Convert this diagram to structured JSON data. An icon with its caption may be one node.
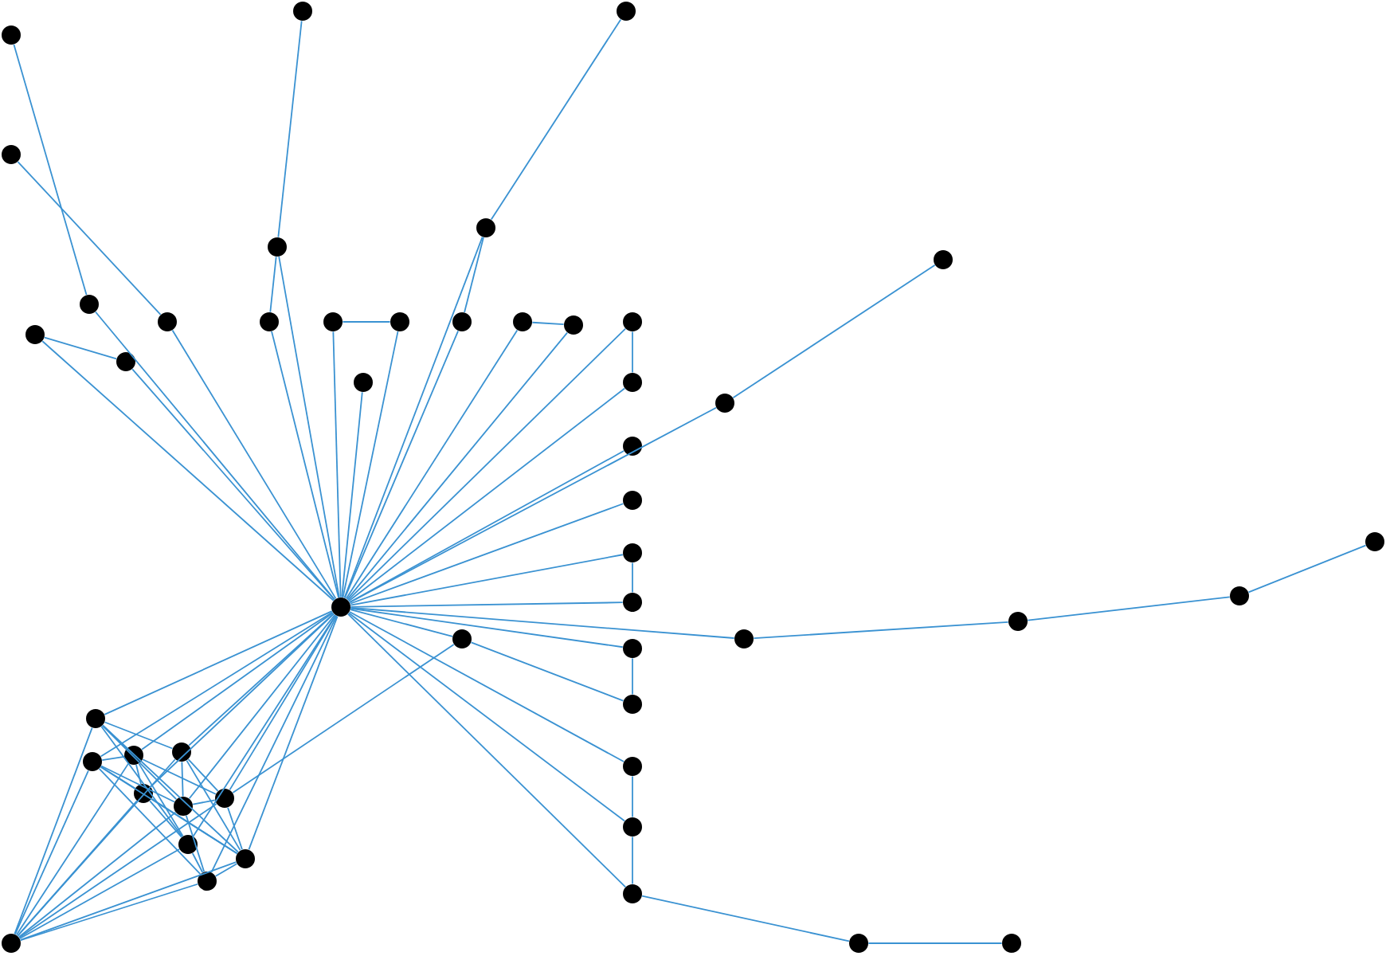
{
  "diagram": {
    "nodes": [
      {
        "text": [],
        "shape": "circle"
      },
      {
        "text": [],
        "shape": "circle"
      },
      {
        "text": [],
        "shape": "circle"
      },
      {
        "text": [],
        "shape": "circle"
      },
      {
        "text": [],
        "shape": "circle"
      },
      {
        "text": [],
        "shape": "circle"
      },
      {
        "text": [],
        "shape": "circle"
      },
      {
        "text": [],
        "shape": "circle"
      },
      {
        "text": [],
        "shape": "circle"
      },
      {
        "text": [],
        "shape": "circle"
      },
      {
        "text": [],
        "shape": "circle"
      },
      {
        "text": [],
        "shape": "circle"
      },
      {
        "text": [],
        "shape": "circle"
      },
      {
        "text": [],
        "shape": "circle"
      },
      {
        "text": [],
        "shape": "circle"
      },
      {
        "text": [],
        "shape": "circle"
      },
      {
        "text": [],
        "shape": "circle"
      },
      {
        "text": [],
        "shape": "circle"
      },
      {
        "text": [],
        "shape": "circle"
      },
      {
        "text": [],
        "shape": "circle"
      },
      {
        "text": [],
        "shape": "circle"
      },
      {
        "text": [],
        "shape": "circle"
      },
      {
        "text": [],
        "shape": "circle"
      },
      {
        "text": [],
        "shape": "circle"
      },
      {
        "text": [],
        "shape": "circle"
      },
      {
        "text": [],
        "shape": "circle"
      },
      {
        "text": [],
        "shape": "circle"
      },
      {
        "text": [],
        "shape": "circle"
      },
      {
        "text": [],
        "shape": "circle"
      },
      {
        "text": [],
        "shape": "circle"
      },
      {
        "text": [],
        "shape": "circle"
      },
      {
        "text": [],
        "shape": "circle"
      },
      {
        "text": [],
        "shape": "circle"
      },
      {
        "text": [],
        "shape": "circle"
      },
      {
        "text": [],
        "shape": "circle"
      },
      {
        "text": [],
        "shape": "circle"
      },
      {
        "text": [],
        "shape": "circle"
      },
      {
        "text": [],
        "shape": "circle"
      },
      {
        "text": [],
        "shape": "circle"
      },
      {
        "text": [],
        "shape": "circle"
      },
      {
        "text": [],
        "shape": "circle"
      },
      {
        "text": [],
        "shape": "circle"
      },
      {
        "text": [],
        "shape": "circle"
      },
      {
        "text": [],
        "shape": "circle"
      },
      {
        "text": [],
        "shape": "circle"
      },
      {
        "text": [],
        "shape": "circle"
      },
      {
        "text": [],
        "shape": "circle"
      },
      {
        "text": [],
        "shape": "circle"
      },
      {
        "text": [],
        "shape": "circle"
      }
    ],
    "edges": [
      {
        "from": 1,
        "to": 8,
        "arrow": "none"
      },
      {
        "from": 2,
        "to": 11,
        "arrow": "none"
      },
      {
        "from": 3,
        "to": 5,
        "arrow": "none"
      },
      {
        "from": 4,
        "to": 6,
        "arrow": "none"
      },
      {
        "from": 5,
        "to": 12,
        "arrow": "none"
      },
      {
        "from": 5,
        "to": 0,
        "arrow": "none"
      },
      {
        "from": 6,
        "to": 15,
        "arrow": "none"
      },
      {
        "from": 6,
        "to": 0,
        "arrow": "none"
      },
      {
        "from": 7,
        "to": 21,
        "arrow": "none"
      },
      {
        "from": 8,
        "to": 0,
        "arrow": "none"
      },
      {
        "from": 9,
        "to": 10,
        "arrow": "none"
      },
      {
        "from": 9,
        "to": 0,
        "arrow": "none"
      },
      {
        "from": 10,
        "to": 0,
        "arrow": "none"
      },
      {
        "from": 11,
        "to": 0,
        "arrow": "none"
      },
      {
        "from": 12,
        "to": 0,
        "arrow": "none"
      },
      {
        "from": 13,
        "to": 14,
        "arrow": "none"
      },
      {
        "from": 13,
        "to": 0,
        "arrow": "none"
      },
      {
        "from": 14,
        "to": 0,
        "arrow": "none"
      },
      {
        "from": 15,
        "to": 0,
        "arrow": "none"
      },
      {
        "from": 16,
        "to": 17,
        "arrow": "none"
      },
      {
        "from": 16,
        "to": 0,
        "arrow": "none"
      },
      {
        "from": 17,
        "to": 0,
        "arrow": "none"
      },
      {
        "from": 18,
        "to": 20,
        "arrow": "none"
      },
      {
        "from": 18,
        "to": 0,
        "arrow": "none"
      },
      {
        "from": 19,
        "to": 0,
        "arrow": "none"
      },
      {
        "from": 20,
        "to": 0,
        "arrow": "none"
      },
      {
        "from": 21,
        "to": 0,
        "arrow": "none"
      },
      {
        "from": 22,
        "to": 0,
        "arrow": "none"
      },
      {
        "from": 23,
        "to": 0,
        "arrow": "none"
      },
      {
        "from": 24,
        "to": 26,
        "arrow": "none"
      },
      {
        "from": 25,
        "to": 27,
        "arrow": "none"
      },
      {
        "from": 25,
        "to": 0,
        "arrow": "none"
      },
      {
        "from": 26,
        "to": 28,
        "arrow": "none"
      },
      {
        "from": 27,
        "to": 0,
        "arrow": "none"
      },
      {
        "from": 28,
        "to": 29,
        "arrow": "none"
      },
      {
        "from": 29,
        "to": 0,
        "arrow": "none"
      },
      {
        "from": 30,
        "to": 0,
        "arrow": "none"
      },
      {
        "from": 30,
        "to": 32,
        "arrow": "none"
      },
      {
        "from": 30,
        "to": 44,
        "arrow": "none"
      },
      {
        "from": 31,
        "to": 32,
        "arrow": "none"
      },
      {
        "from": 31,
        "to": 0,
        "arrow": "none"
      },
      {
        "from": 33,
        "to": 34,
        "arrow": "none"
      },
      {
        "from": 33,
        "to": 0,
        "arrow": "none"
      },
      {
        "from": 34,
        "to": 35,
        "arrow": "none"
      },
      {
        "from": 34,
        "to": 0,
        "arrow": "none"
      },
      {
        "from": 35,
        "to": 0,
        "arrow": "none"
      },
      {
        "from": 35,
        "to": 36,
        "arrow": "none"
      },
      {
        "from": 36,
        "to": 37,
        "arrow": "none"
      },
      {
        "from": 38,
        "to": 0,
        "arrow": "none"
      },
      {
        "from": 39,
        "to": 0,
        "arrow": "none"
      },
      {
        "from": 40,
        "to": 0,
        "arrow": "none"
      },
      {
        "from": 41,
        "to": 0,
        "arrow": "none"
      },
      {
        "from": 42,
        "to": 0,
        "arrow": "none"
      },
      {
        "from": 43,
        "to": 0,
        "arrow": "none"
      },
      {
        "from": 44,
        "to": 0,
        "arrow": "none"
      },
      {
        "from": 45,
        "to": 0,
        "arrow": "none"
      },
      {
        "from": 46,
        "to": 0,
        "arrow": "none"
      },
      {
        "from": 47,
        "to": 0,
        "arrow": "none"
      },
      {
        "from": 38,
        "to": 48,
        "arrow": "none"
      },
      {
        "from": 39,
        "to": 48,
        "arrow": "none"
      },
      {
        "from": 40,
        "to": 48,
        "arrow": "none"
      },
      {
        "from": 41,
        "to": 48,
        "arrow": "none"
      },
      {
        "from": 42,
        "to": 48,
        "arrow": "none"
      },
      {
        "from": 43,
        "to": 48,
        "arrow": "none"
      },
      {
        "from": 44,
        "to": 48,
        "arrow": "none"
      },
      {
        "from": 45,
        "to": 48,
        "arrow": "none"
      },
      {
        "from": 46,
        "to": 48,
        "arrow": "none"
      },
      {
        "from": 47,
        "to": 48,
        "arrow": "none"
      },
      {
        "from": 38,
        "to": 40,
        "arrow": "none"
      },
      {
        "from": 38,
        "to": 41,
        "arrow": "none"
      },
      {
        "from": 38,
        "to": 43,
        "arrow": "none"
      },
      {
        "from": 38,
        "to": 46,
        "arrow": "none"
      },
      {
        "from": 38,
        "to": 45,
        "arrow": "none"
      },
      {
        "from": 39,
        "to": 40,
        "arrow": "none"
      },
      {
        "from": 39,
        "to": 42,
        "arrow": "none"
      },
      {
        "from": 39,
        "to": 43,
        "arrow": "none"
      },
      {
        "from": 39,
        "to": 46,
        "arrow": "none"
      },
      {
        "from": 39,
        "to": 47,
        "arrow": "none"
      },
      {
        "from": 40,
        "to": 42,
        "arrow": "none"
      },
      {
        "from": 40,
        "to": 44,
        "arrow": "none"
      },
      {
        "from": 40,
        "to": 45,
        "arrow": "none"
      },
      {
        "from": 41,
        "to": 43,
        "arrow": "none"
      },
      {
        "from": 41,
        "to": 44,
        "arrow": "none"
      },
      {
        "from": 41,
        "to": 46,
        "arrow": "none"
      },
      {
        "from": 42,
        "to": 45,
        "arrow": "none"
      },
      {
        "from": 42,
        "to": 46,
        "arrow": "none"
      },
      {
        "from": 43,
        "to": 44,
        "arrow": "none"
      },
      {
        "from": 43,
        "to": 47,
        "arrow": "none"
      },
      {
        "from": 44,
        "to": 46,
        "arrow": "none"
      },
      {
        "from": 45,
        "to": 47,
        "arrow": "none"
      },
      {
        "from": 46,
        "to": 47,
        "arrow": "none"
      }
    ]
  }
}
